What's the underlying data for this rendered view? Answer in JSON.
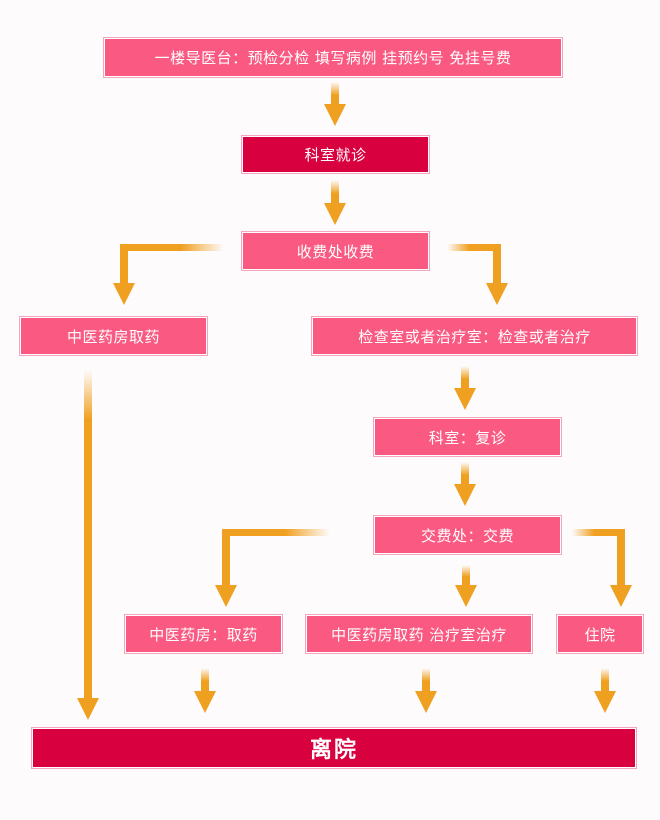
{
  "nodes": {
    "reception": "一楼导医台：预检分检  填写病例  挂预约号  免挂号费",
    "dept_visit": "科室就诊",
    "cashier": "收费处收费",
    "tcm_pharmacy": "中医药房取药",
    "exam_treatment": "检查室或者治疗室：检查或者治疗",
    "revisit": "科室：复诊",
    "payment": "交费处：交费",
    "tcm_pharmacy_2": "中医药房：取药",
    "pharmacy_treatment": "中医药房取药 治疗室治疗",
    "hospitalization": "住院",
    "discharge": "离院"
  },
  "colors": {
    "box_pink": "#fa5a82",
    "box_crimson": "#d8003f",
    "arrow": "#f0a020"
  }
}
